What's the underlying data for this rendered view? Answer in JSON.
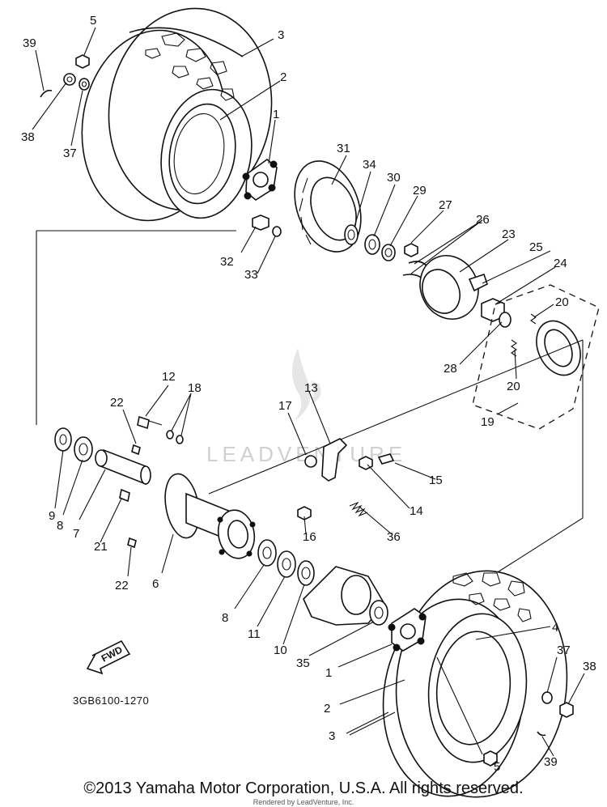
{
  "diagram": {
    "figure_code": "3GB6100-1270",
    "fwd_label": "FWD",
    "watermark": "LEADVENTURE",
    "callouts": [
      "1",
      "2",
      "3",
      "4",
      "5",
      "6",
      "7",
      "8",
      "9",
      "10",
      "11",
      "12",
      "13",
      "14",
      "15",
      "16",
      "17",
      "18",
      "19",
      "20",
      "21",
      "22",
      "23",
      "24",
      "25",
      "26",
      "27",
      "28",
      "29",
      "30",
      "31",
      "32",
      "33",
      "34",
      "35",
      "36",
      "37",
      "38",
      "39"
    ]
  },
  "footer": {
    "copyright": "©2013 Yamaha Motor Corporation, U.S.A. All rights reserved.",
    "rendered_by": "Rendered by LeadVenture, Inc."
  }
}
